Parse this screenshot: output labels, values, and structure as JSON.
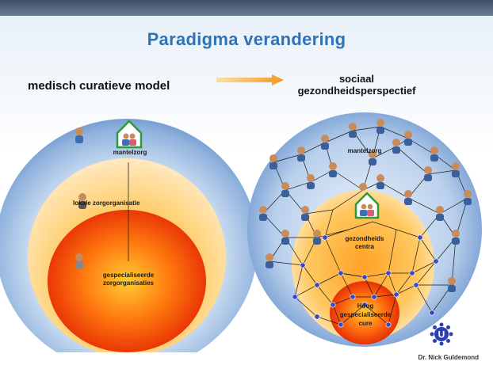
{
  "title": "Paradigma verandering",
  "left_heading": "medisch curatieve model",
  "right_heading_line1": "sociaal",
  "right_heading_line2": "gezondheidsperspectief",
  "left": {
    "ring1": "mantelzorg",
    "ring2": "lokale zorgorganisatie",
    "ring3_line1": "gespecialiseerde",
    "ring3_line2": "zorgorganisaties"
  },
  "right": {
    "ring1": "mantelzorg",
    "ring2_line1": "gezondheids",
    "ring2_line2": "centra",
    "ring3_line1": "Hoog",
    "ring3_line2": "gespecialiseerde",
    "ring3_line3": "cure"
  },
  "credit": "Dr. Nick Guldemond",
  "logo_letter": "U",
  "colors": {
    "title": "#2f72b8",
    "arrow": "#f0a030",
    "home": "#2e9a3a",
    "node": "#3a46c8"
  }
}
